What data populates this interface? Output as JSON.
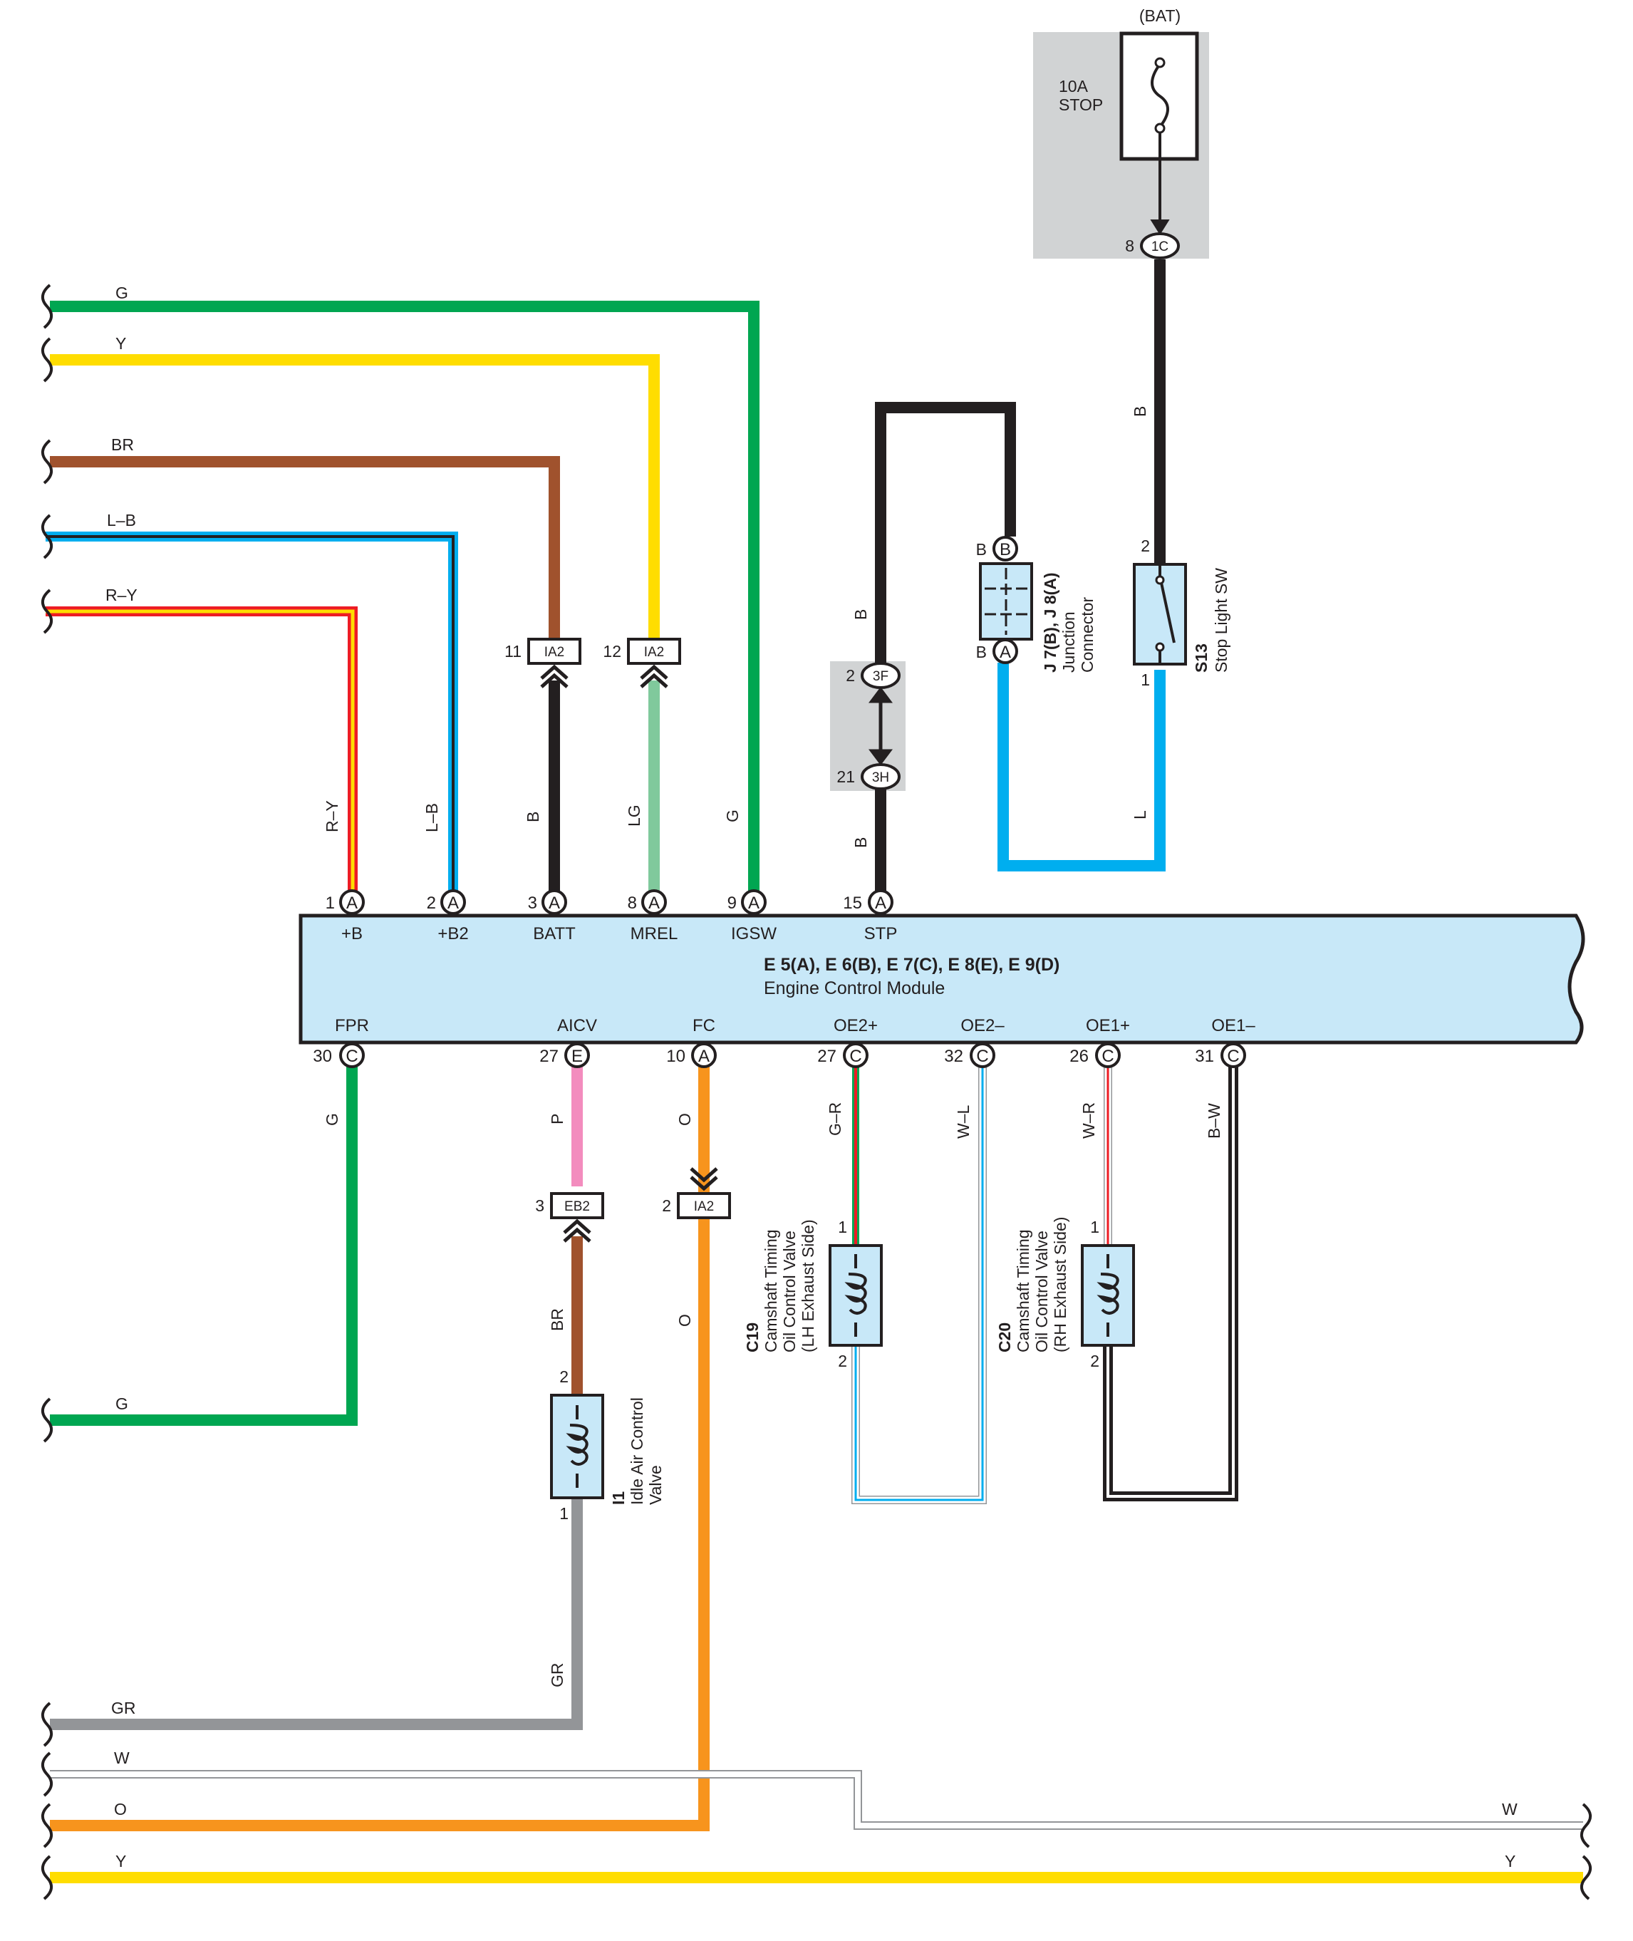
{
  "colors": {
    "G": "#00a651",
    "Y": "#ffdd00",
    "BR": "#a0522d",
    "L": "#00aeef",
    "R": "#ed1c24",
    "B": "#231f20",
    "LG": "#80c99c",
    "P": "#f38cbe",
    "O": "#f7941d",
    "GR": "#939598",
    "W": "#ffffff",
    "ecm_fill": "#c8e8f8",
    "gray_box": "#d1d3d4",
    "line": "#231f20"
  },
  "left_wires": {
    "g_top": "G",
    "y_top": "Y",
    "br": "BR",
    "lb": "L–B",
    "ry": "R–Y",
    "g_bottom": "G",
    "gr": "GR",
    "w": "W",
    "o": "O",
    "y_bottom": "Y"
  },
  "right_wires": {
    "w": "W",
    "y": "Y"
  },
  "wire_labels": {
    "ry": "R–Y",
    "lb": "L–B",
    "b_batt": "B",
    "lg": "LG",
    "g_igsw": "G",
    "b_stp_upper": "B",
    "b_stp_lower": "B",
    "b_stop_sw": "B",
    "l_stop_sw": "L",
    "g_fpr": "G",
    "p_aicv": "P",
    "o_fc_upper": "O",
    "o_fc_lower": "O",
    "br_aicv": "BR",
    "gr_aicv": "GR",
    "gr_oe2p": "G–R",
    "wl_oe2m": "W–L",
    "wr_oe1p": "W–R",
    "bw_oe1m": "B–W"
  },
  "ecm": {
    "title": "E 5(A), E 6(B), E 7(C), E 8(E), E 9(D)",
    "subtitle": "Engine Control Module",
    "top_pins": [
      {
        "num": "1",
        "conn": "A",
        "name": "+B"
      },
      {
        "num": "2",
        "conn": "A",
        "name": "+B2"
      },
      {
        "num": "3",
        "conn": "A",
        "name": "BATT"
      },
      {
        "num": "8",
        "conn": "A",
        "name": "MREL"
      },
      {
        "num": "9",
        "conn": "A",
        "name": "IGSW"
      },
      {
        "num": "15",
        "conn": "A",
        "name": "STP"
      }
    ],
    "bottom_pins": [
      {
        "num": "30",
        "conn": "C",
        "name": "FPR"
      },
      {
        "num": "27",
        "conn": "E",
        "name": "AICV"
      },
      {
        "num": "10",
        "conn": "A",
        "name": "FC"
      },
      {
        "num": "27",
        "conn": "C",
        "name": "OE2+"
      },
      {
        "num": "32",
        "conn": "C",
        "name": "OE2–"
      },
      {
        "num": "26",
        "conn": "C",
        "name": "OE1+"
      },
      {
        "num": "31",
        "conn": "C",
        "name": "OE1–"
      }
    ]
  },
  "connectors": {
    "ia2_batt": {
      "num": "11",
      "label": "IA2"
    },
    "ia2_mrel": {
      "num": "12",
      "label": "IA2"
    },
    "eb2": {
      "num": "3",
      "label": "EB2"
    },
    "ia2_fc": {
      "num": "2",
      "label": "IA2"
    },
    "c3f": {
      "num": "2",
      "label": "3F"
    },
    "c3h": {
      "num": "21",
      "label": "3H"
    },
    "c1c": {
      "num": "8",
      "label": "1C"
    }
  },
  "fuse": {
    "source": "(BAT)",
    "rating": "10A",
    "name": "STOP"
  },
  "junction": {
    "top_pin": "B",
    "top_conn": "B",
    "bottom_pin": "B",
    "bottom_conn": "A",
    "id": "J 7(B), J 8(A)",
    "name_line1": "Junction",
    "name_line2": "Connector"
  },
  "stop_sw": {
    "pin_top": "2",
    "pin_bottom": "1",
    "id": "S13",
    "name": "Stop Light SW"
  },
  "idle_air": {
    "pin_top": "2",
    "pin_bottom": "1",
    "id": "I1",
    "name_line1": "Idle Air Control",
    "name_line2": "Valve"
  },
  "c19": {
    "pin_top": "1",
    "pin_bottom": "2",
    "id": "C19",
    "line1": "Camshaft Timing",
    "line2": "Oil Control Valve",
    "line3": "(LH Exhaust Side)"
  },
  "c20": {
    "pin_top": "1",
    "pin_bottom": "2",
    "id": "C20",
    "line1": "Camshaft Timing",
    "line2": "Oil Control Valve",
    "line3": "(RH Exhaust Side)"
  }
}
